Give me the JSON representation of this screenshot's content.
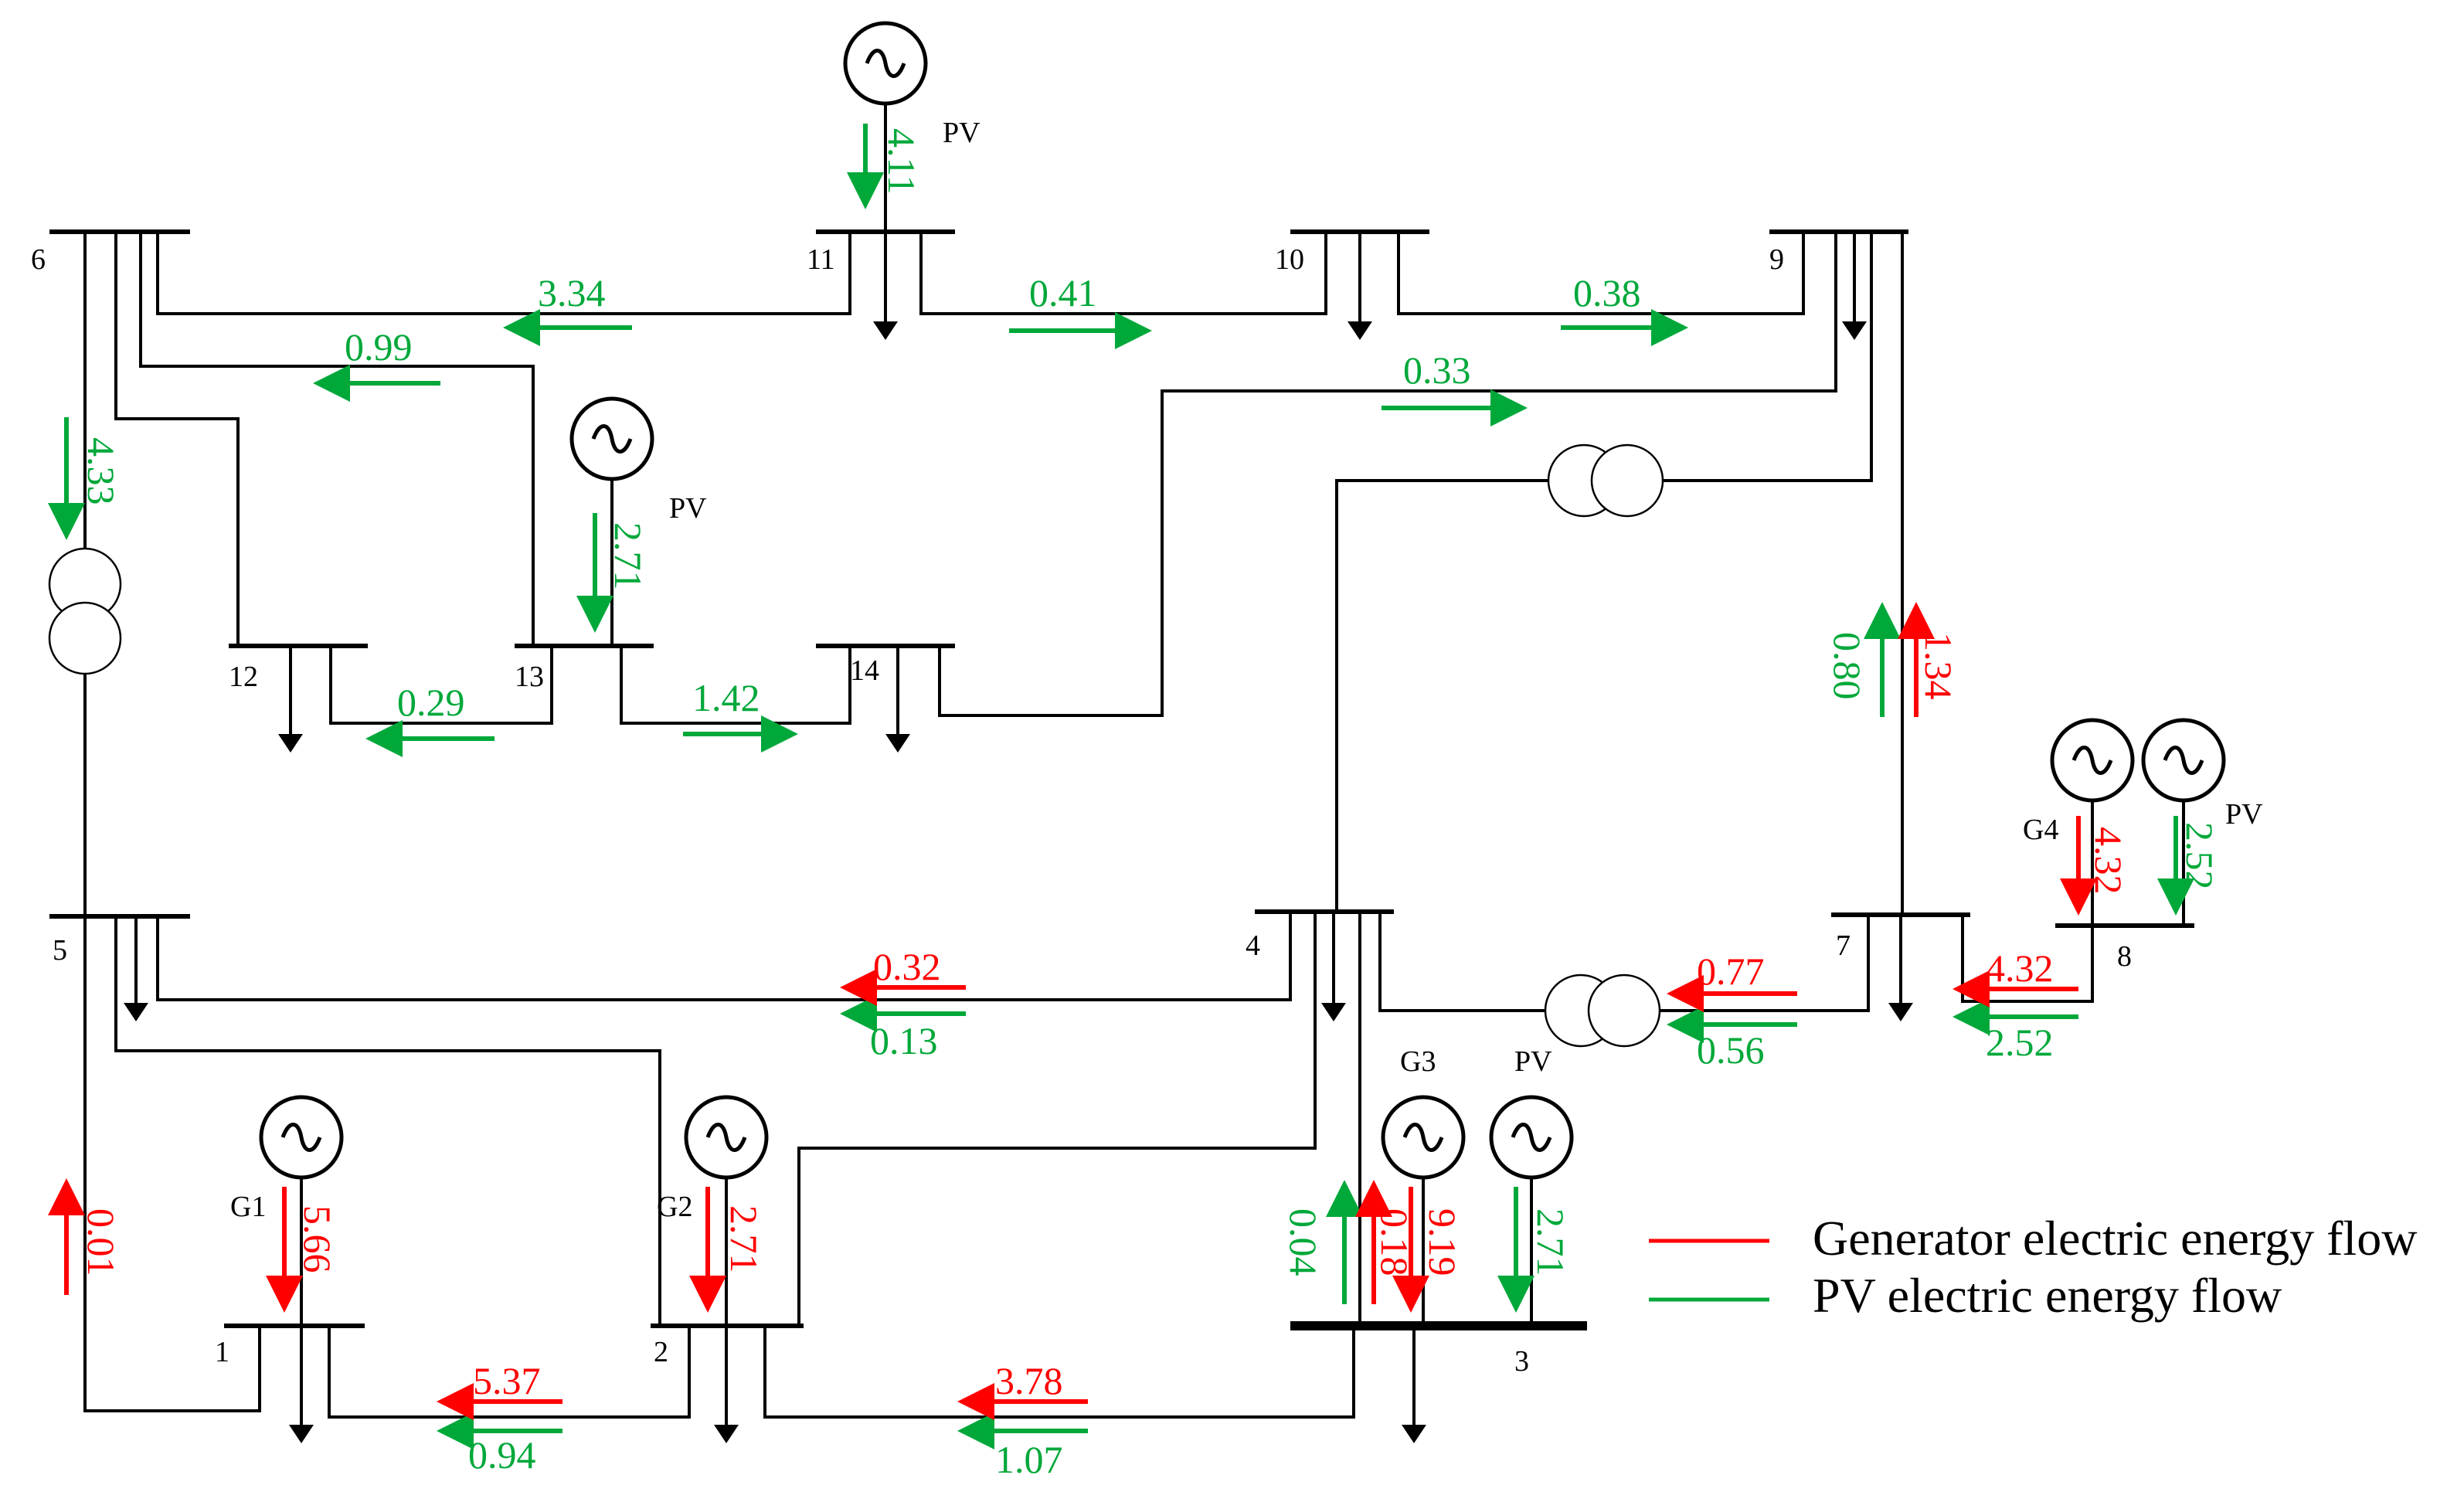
{
  "colors": {
    "generator": "#ff0000",
    "pv": "#00a83a",
    "line": "#000000"
  },
  "legend": {
    "generator": "Generator electric energy flow",
    "pv": "PV electric energy flow"
  },
  "buses": {
    "b1": "1",
    "b2": "2",
    "b3": "3",
    "b4": "4",
    "b5": "5",
    "b6": "6",
    "b7": "7",
    "b8": "8",
    "b9": "9",
    "b10": "10",
    "b11": "11",
    "b12": "12",
    "b13": "13",
    "b14": "14"
  },
  "sources": {
    "g1": "G1",
    "g2": "G2",
    "g3": "G3",
    "g4": "G4",
    "pv3": "PV",
    "pv8": "PV",
    "pv11": "PV",
    "pv13": "PV"
  },
  "flows": {
    "pv_bus11_in": "4.11",
    "pv_6_11": "3.34",
    "pv_11_10": "0.41",
    "pv_10_9": "0.38",
    "pv_6_13": "0.99",
    "pv_9_14": "0.33",
    "pv_6_5": "4.33",
    "pv_bus13_in": "2.71",
    "pv_12_13": "0.29",
    "pv_13_14": "1.42",
    "pv_7_9": "0.80",
    "gen_7_9": "1.34",
    "gen_bus8_in": "4.32",
    "pv_bus8_in": "2.52",
    "gen_4_5": "0.32",
    "pv_4_5": "0.13",
    "gen_7_4": "0.77",
    "pv_7_4": "0.56",
    "gen_8_7": "4.32",
    "pv_8_7": "2.52",
    "gen_1_5": "0.01",
    "gen_bus1_in": "5.66",
    "gen_bus2_in": "2.71",
    "pv_3_4": "0.04",
    "gen_3_4": "0.18",
    "gen_bus3_in": "9.19",
    "pv_bus3_in": "2.71",
    "gen_2_1": "5.37",
    "pv_2_1": "0.94",
    "gen_3_2": "3.78",
    "pv_3_2": "1.07"
  }
}
